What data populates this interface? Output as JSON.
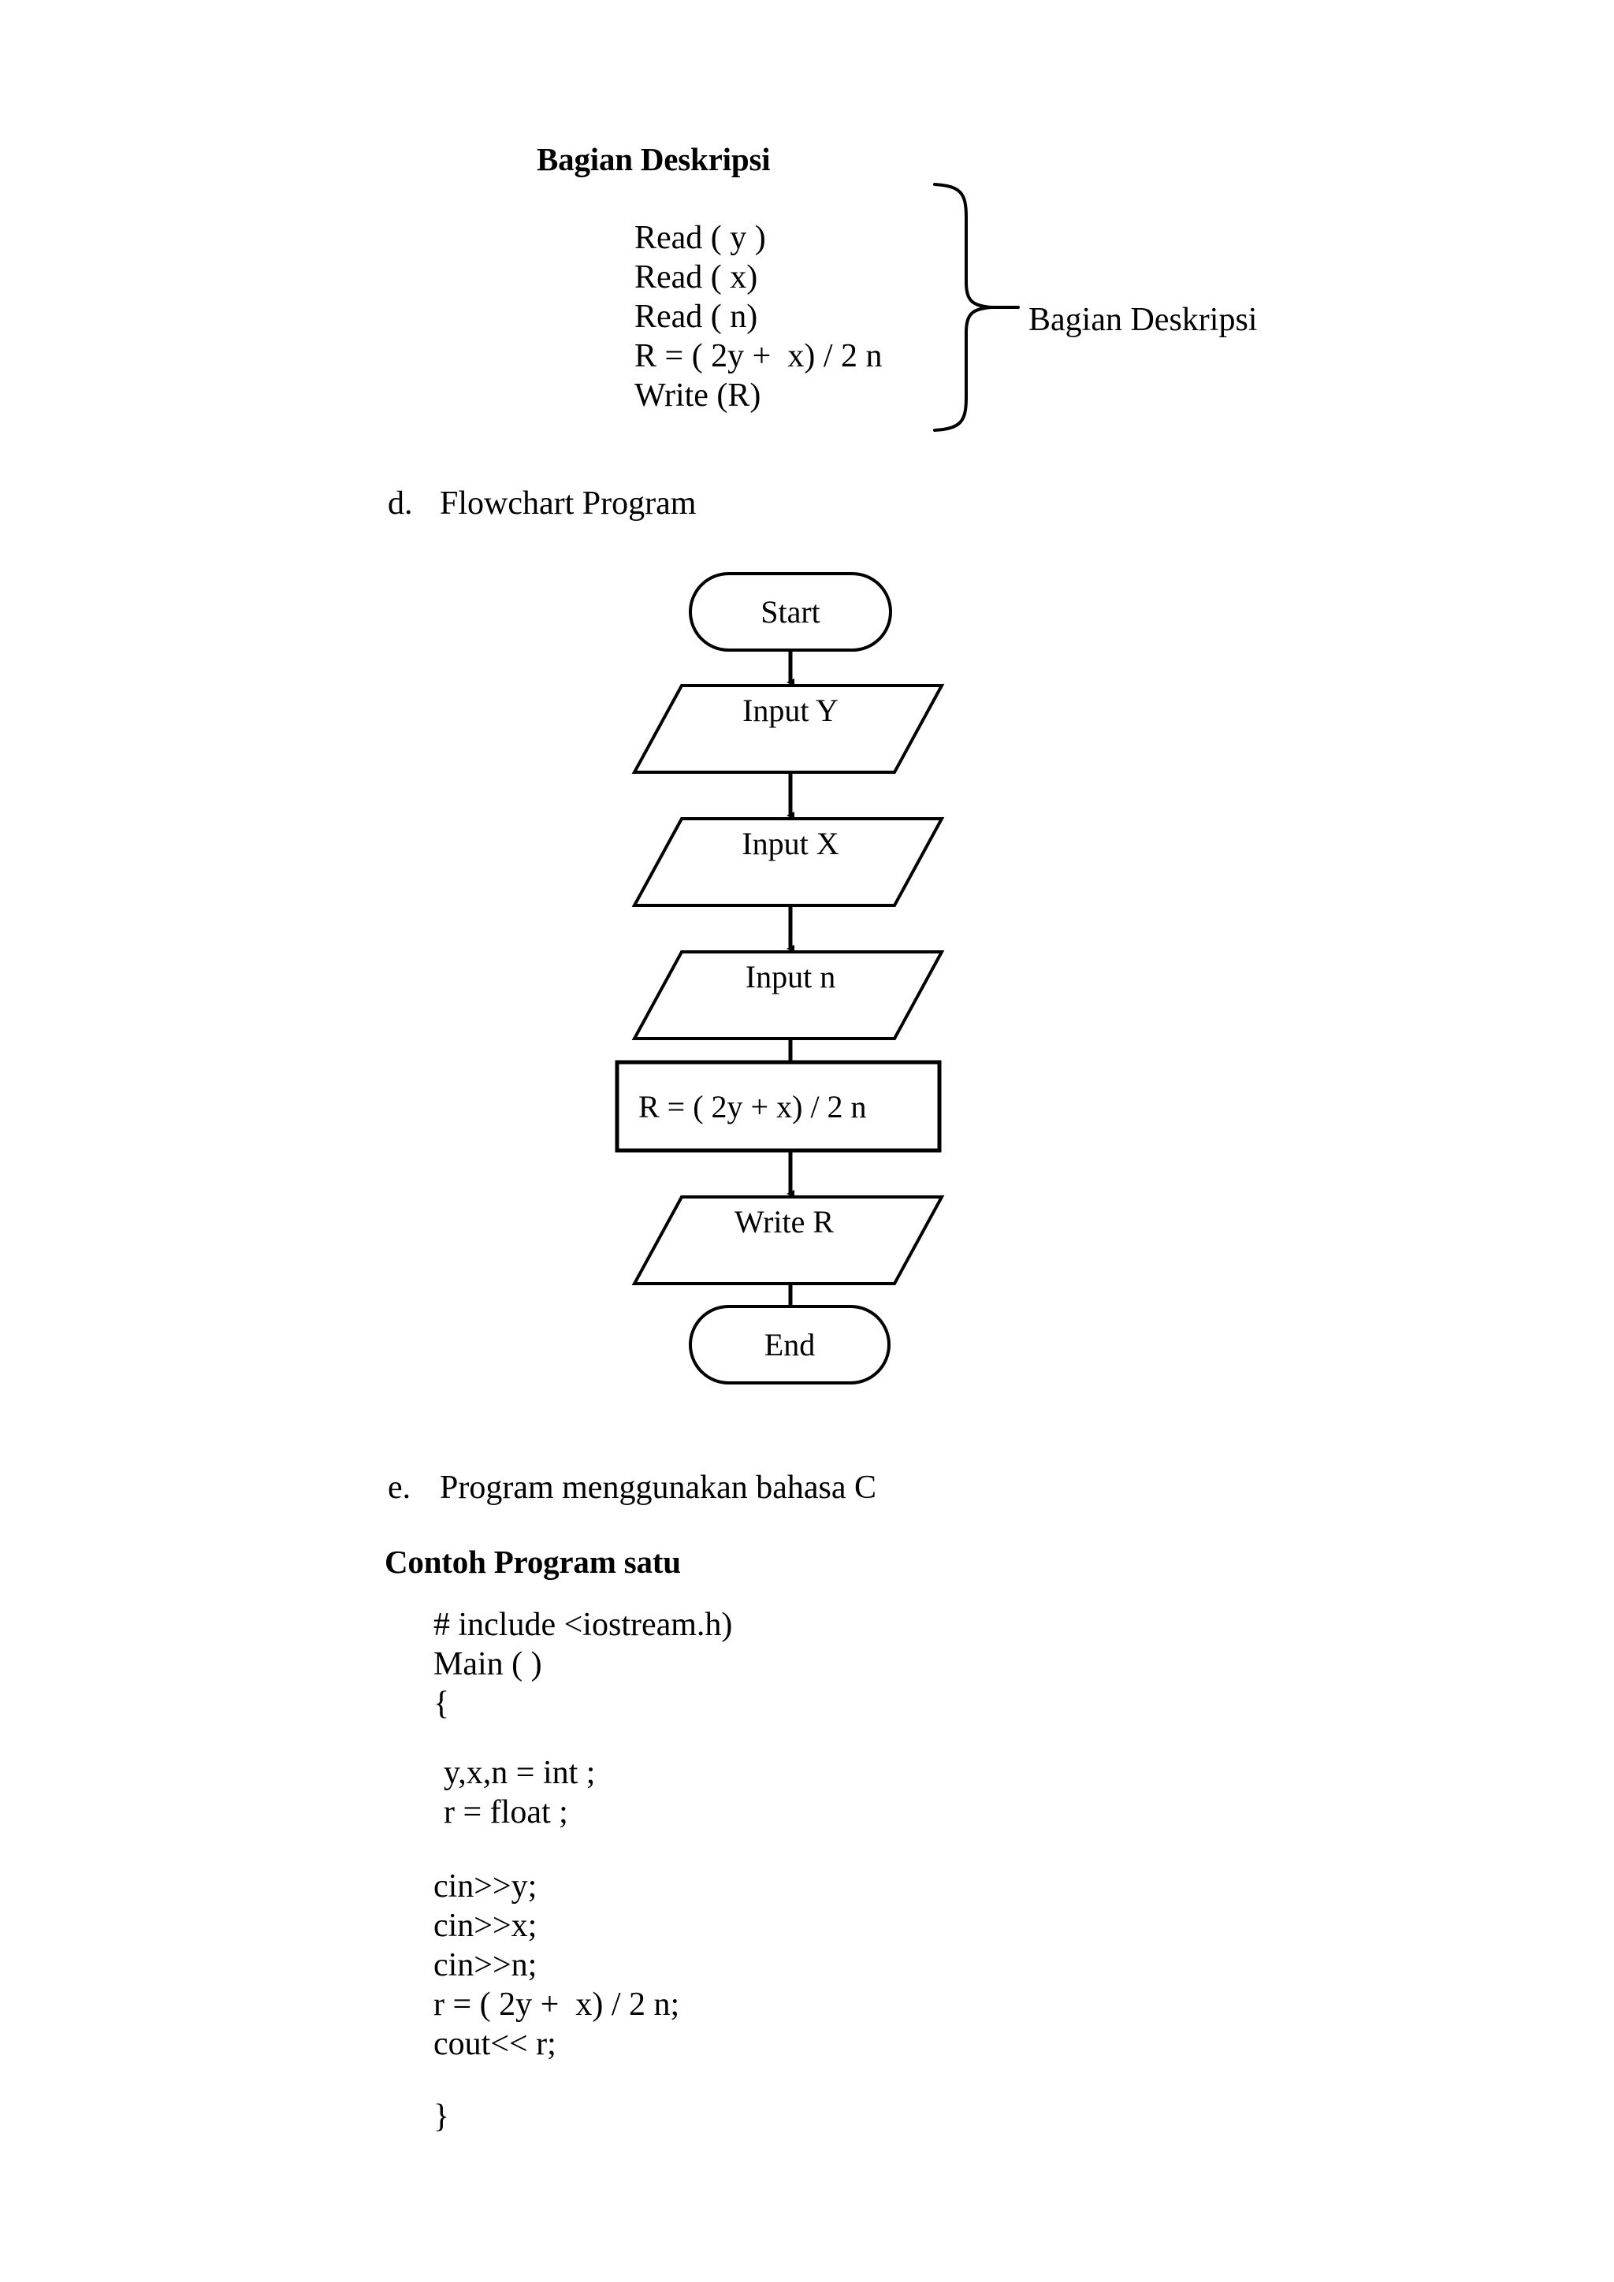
{
  "document": {
    "pseudocode_section": {
      "heading": "Bagian Deskripsi",
      "lines": [
        "Read ( y )",
        "Read ( x)",
        "Read ( n)",
        "R = ( 2y +  x) / 2 n",
        "Write (R)"
      ],
      "brace_label": "Bagian Deskripsi"
    },
    "sections": [
      {
        "marker": "d.",
        "text": "Flowchart Program"
      },
      {
        "marker": "e.",
        "text": "Program menggunakan bahasa C"
      }
    ],
    "program_heading": "Contoh Program satu",
    "code_lines": [
      "# include <iostream.h)",
      "Main ( )",
      "{",
      "",
      "y,x,n = int ;",
      "r = float ;",
      "",
      "cin>>y;",
      "cin>>x;",
      "cin>>n;",
      "r = ( 2y +  x) / 2 n;",
      "cout<< r;",
      "",
      "}"
    ]
  },
  "flowchart": {
    "nodes": [
      {
        "id": "start",
        "shape": "terminator",
        "label": "Start"
      },
      {
        "id": "input_y",
        "shape": "parallelogram",
        "label": "Input Y"
      },
      {
        "id": "input_x",
        "shape": "parallelogram",
        "label": "Input X"
      },
      {
        "id": "input_n",
        "shape": "parallelogram",
        "label": "Input n"
      },
      {
        "id": "process",
        "shape": "rectangle",
        "label": "R = ( 2y +  x) / 2 n"
      },
      {
        "id": "write_r",
        "shape": "parallelogram",
        "label": "Write R"
      },
      {
        "id": "end",
        "shape": "terminator",
        "label": "End"
      }
    ],
    "edges": [
      {
        "from": "start",
        "to": "input_y"
      },
      {
        "from": "input_y",
        "to": "input_x"
      },
      {
        "from": "input_x",
        "to": "input_n"
      },
      {
        "from": "input_n",
        "to": "process"
      },
      {
        "from": "process",
        "to": "write_r"
      },
      {
        "from": "write_r",
        "to": "end"
      }
    ]
  },
  "colors": {
    "ink": "#000000",
    "paper": "#ffffff"
  }
}
